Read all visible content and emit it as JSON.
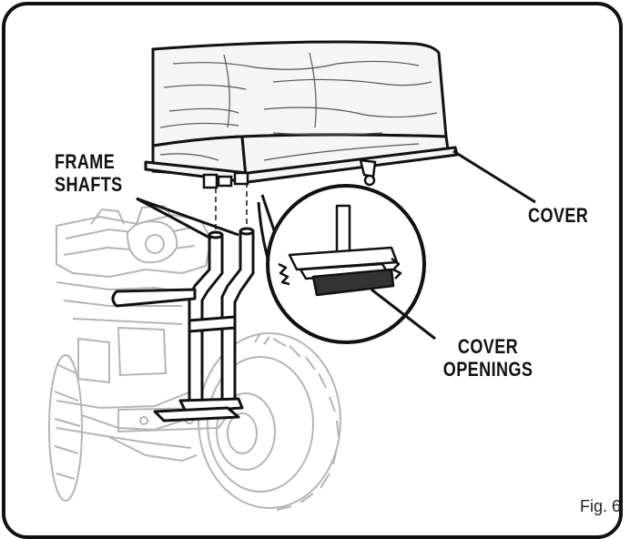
{
  "figure": {
    "callouts": {
      "frame_shafts_line1": "FRAME",
      "frame_shafts_line2": "SHAFTS",
      "cover": "COVER",
      "cover_openings_line1": "COVER",
      "cover_openings_line2": "OPENINGS"
    },
    "fig_label": "Fig. 6"
  },
  "colors": {
    "ink": "#111111",
    "tractor_gray": "#bdbdbd",
    "cover_fill": "#f5f5f5"
  }
}
